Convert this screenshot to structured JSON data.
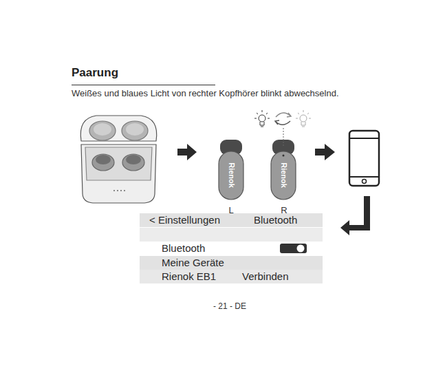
{
  "diagram": {
    "title": "Paarung",
    "nodes": [
      {
        "text": [
          "< Einstellungen",
          "Bluetooth"
        ]
      },
      {
        "text": [
          "Bluetooth"
        ]
      },
      {
        "text": [
          "Meine Geräte"
        ]
      },
      {
        "text": [
          "Rienok EB1",
          "Verbinden"
        ]
      }
    ],
    "labels": [
      "Weißes und blaues Licht von rechter Kopfhörer blinkt abwechselnd.",
      "Rienok",
      "Rienok",
      "L",
      "R",
      "- 21 - DE"
    ]
  }
}
